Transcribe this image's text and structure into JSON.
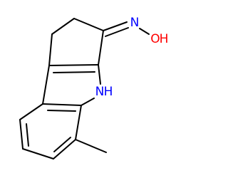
{
  "molecule": {
    "atoms": {
      "n_ring": {
        "text": "N",
        "color": "#0000ff"
      },
      "h_ring": {
        "text": "H",
        "color": "#0000ff"
      },
      "n_oxime": {
        "text": "N",
        "color": "#0000ff"
      },
      "o_oxime": {
        "text": "O",
        "color": "#ff0000"
      },
      "h_oxime": {
        "text": "H",
        "color": "#ff0000"
      }
    },
    "bond_color": "#000000"
  }
}
